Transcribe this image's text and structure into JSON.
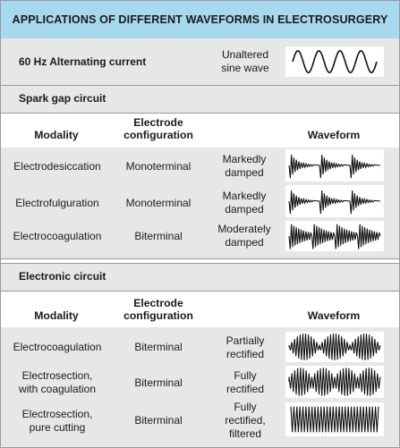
{
  "title": "APPLICATIONS OF DIFFERENT WAVEFORMS IN ELECTROSURGERY",
  "ac": {
    "label": "60 Hz Alternating current",
    "waveform_desc": [
      "Unaltered",
      "sine wave"
    ]
  },
  "spark_gap": {
    "section_label": "Spark gap circuit",
    "headers": {
      "modality": "Modality",
      "electrode": [
        "Electrode",
        "configuration"
      ],
      "waveform": "Waveform"
    },
    "rows": [
      {
        "modality": [
          "Electrodesiccation"
        ],
        "electrode": "Monoterminal",
        "desc": [
          "Markedly",
          "damped"
        ],
        "wave_icon": "markedly-damped-waveform"
      },
      {
        "modality": [
          "Electrofulguration"
        ],
        "electrode": "Monoterminal",
        "desc": [
          "Markedly",
          "damped"
        ],
        "wave_icon": "markedly-damped-waveform"
      },
      {
        "modality": [
          "Electrocoagulation"
        ],
        "electrode": "Biterminal",
        "desc": [
          "Moderately",
          "damped"
        ],
        "wave_icon": "moderately-damped-waveform"
      }
    ]
  },
  "electronic": {
    "section_label": "Electronic circuit",
    "headers": {
      "modality": "Modality",
      "electrode": [
        "Electrode",
        "configuration"
      ],
      "waveform": "Waveform"
    },
    "rows": [
      {
        "modality": [
          "Electrocoagulation"
        ],
        "electrode": "Biterminal",
        "desc": [
          "Partially",
          "rectified"
        ],
        "wave_icon": "partially-rectified-waveform"
      },
      {
        "modality": [
          "Electrosection,",
          "with coagulation"
        ],
        "electrode": "Biterminal",
        "desc": [
          "Fully",
          "rectified"
        ],
        "wave_icon": "fully-rectified-waveform"
      },
      {
        "modality": [
          "Electrosection,",
          "pure cutting"
        ],
        "electrode": "Biterminal",
        "desc": [
          "Fully",
          "rectified,",
          "filtered"
        ],
        "wave_icon": "filtered-waveform"
      }
    ]
  },
  "colors": {
    "title_bg": "#a6d9ee",
    "section_bg": "#e6e7e8",
    "text": "#1a1a1a"
  }
}
